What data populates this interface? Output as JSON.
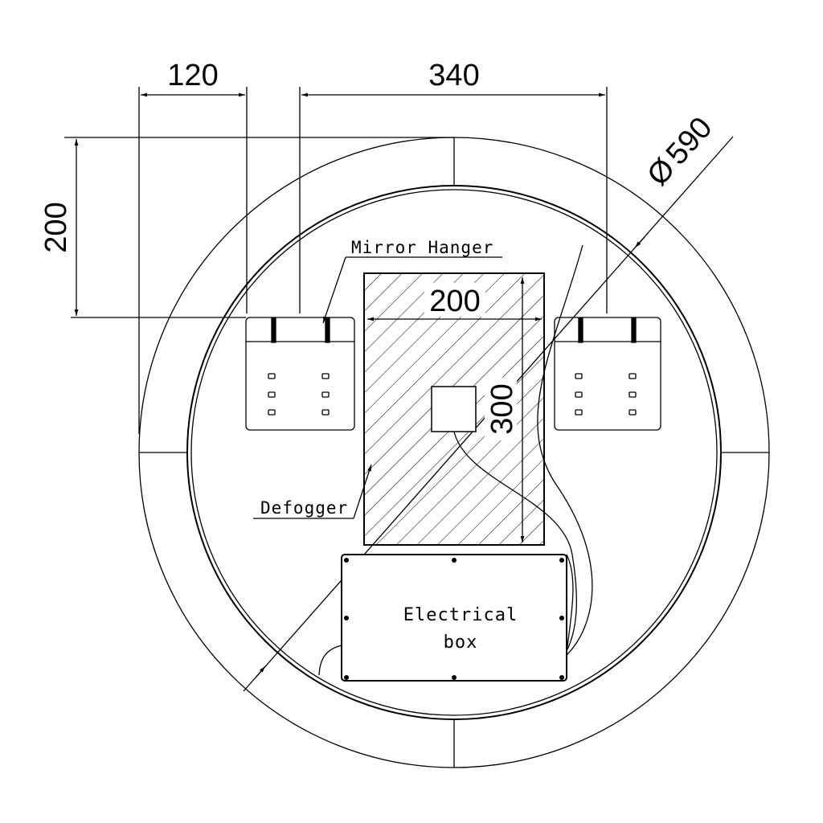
{
  "dimensions": {
    "hanger_offset": "120",
    "hanger_spacing": "340",
    "hanger_height": "200",
    "diameter": "590",
    "defogger_width": "200",
    "defogger_height": "300"
  },
  "diameter_symbol": "Ø",
  "labels": {
    "mirror_hanger": "Mirror Hanger",
    "defogger": "Defogger",
    "electrical_box_line1": "Electrical",
    "electrical_box_line2": "box"
  }
}
